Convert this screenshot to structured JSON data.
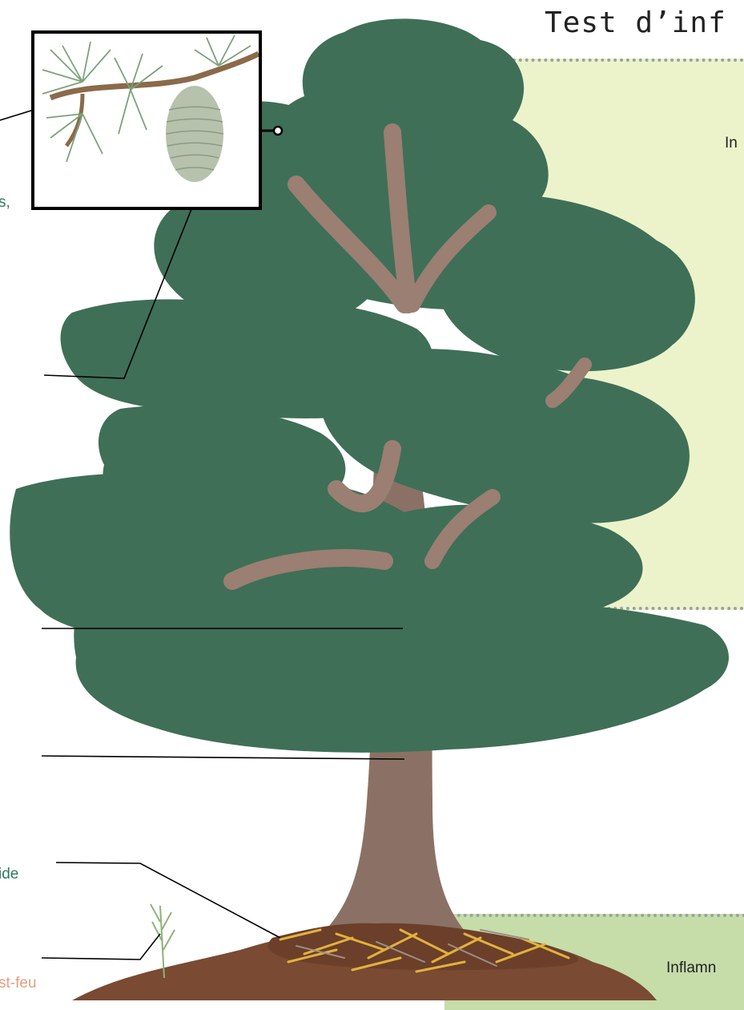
{
  "title": "Test d’inf",
  "labels": {
    "upper_panel": "In",
    "lower_panel": "Inflamn",
    "left_green_1": "s,",
    "left_green_2": "ide",
    "left_orange": "st-feu"
  },
  "colors": {
    "foliage": "#3f6f57",
    "trunk": "#8b7165",
    "branch": "#9a7f72",
    "ground": "#7a4a32",
    "needles_litter": "#e2b23c",
    "upper_panel_bg": "#ecf3cb",
    "lower_panel_bg": "#c6dca9",
    "green_text": "#2f7a5b",
    "orange_text": "#e2a07e"
  },
  "inset": {
    "subject": "cedar-branch-with-cone"
  }
}
